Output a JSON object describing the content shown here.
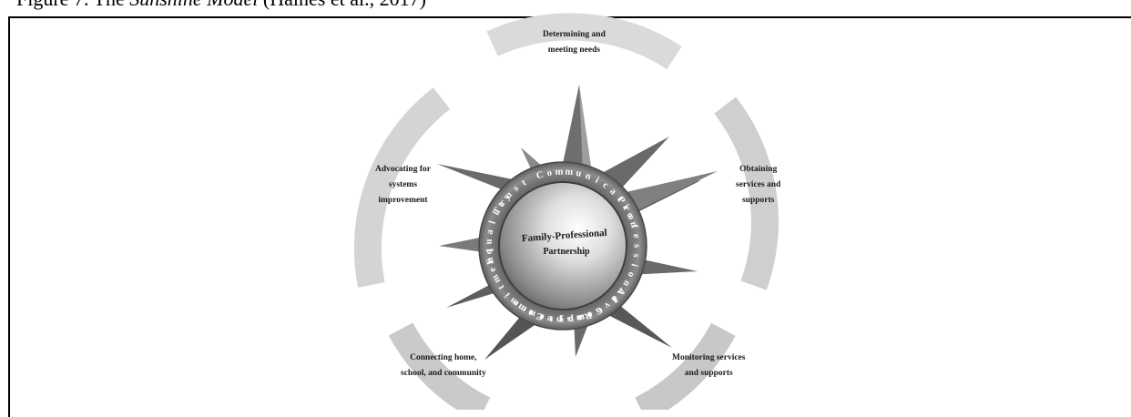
{
  "caption": {
    "prefix": "Figure 7. The ",
    "model_name": "Sunshine Model",
    "suffix": " (Haines et al., 2017)"
  },
  "center": {
    "line1": "Family-Professional",
    "line2": "Partnership"
  },
  "ring_words": [
    "Communication",
    "Professional Competence",
    "Advocacy",
    "Respect",
    "Commitment",
    "Equality",
    "Trust"
  ],
  "outer_labels": {
    "top": [
      "Determining and",
      "meeting needs"
    ],
    "right": [
      "Obtaining",
      "services and",
      "supports"
    ],
    "bottom_right": [
      "Monitoring services",
      "and supports"
    ],
    "bottom_left": [
      "Connecting home,",
      "school, and community"
    ],
    "left": [
      "Advocating for",
      "systems",
      "improvement"
    ]
  }
}
